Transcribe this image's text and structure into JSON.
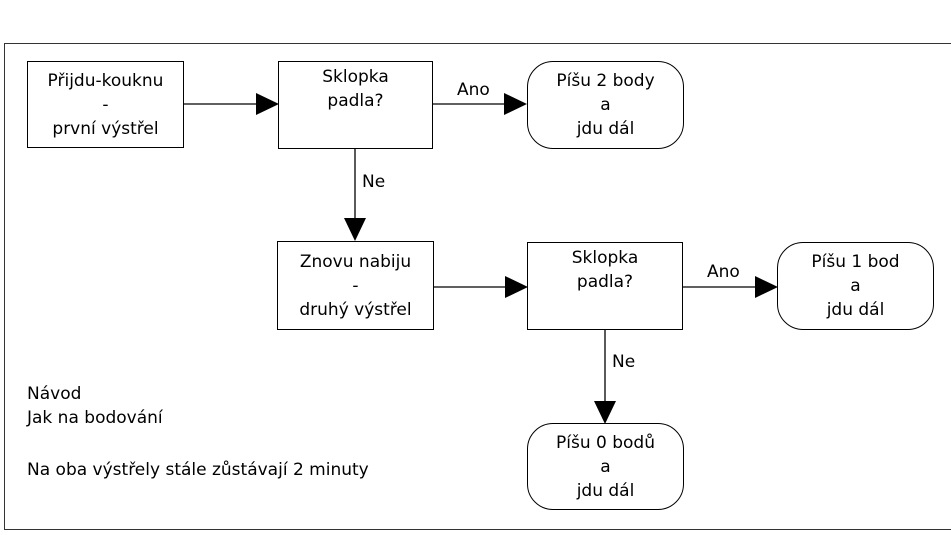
{
  "nodes": {
    "start": {
      "lines": [
        "Přijdu-kouknu",
        "-",
        "první výstřel"
      ]
    },
    "decision1": {
      "lines": [
        "Sklopka",
        "padla?"
      ]
    },
    "result1": {
      "lines": [
        "Píšu 2 body",
        "a",
        "jdu dál"
      ]
    },
    "reload": {
      "lines": [
        "Znovu nabiju",
        "-",
        "druhý výstřel"
      ]
    },
    "decision2": {
      "lines": [
        "Sklopka",
        "padla?"
      ]
    },
    "result2": {
      "lines": [
        "Píšu 1 bod",
        "a",
        "jdu dál"
      ]
    },
    "result3": {
      "lines": [
        "Píšu 0 bodů",
        "a",
        "jdu dál"
      ]
    }
  },
  "edges": {
    "yes1": "Ano",
    "no1": "Ne",
    "yes2": "Ano",
    "no2": "Ne"
  },
  "notes": {
    "title": "Návod",
    "subtitle": "Jak na bodování",
    "footer": "Na oba výstřely stále zůstávají 2 minuty"
  }
}
